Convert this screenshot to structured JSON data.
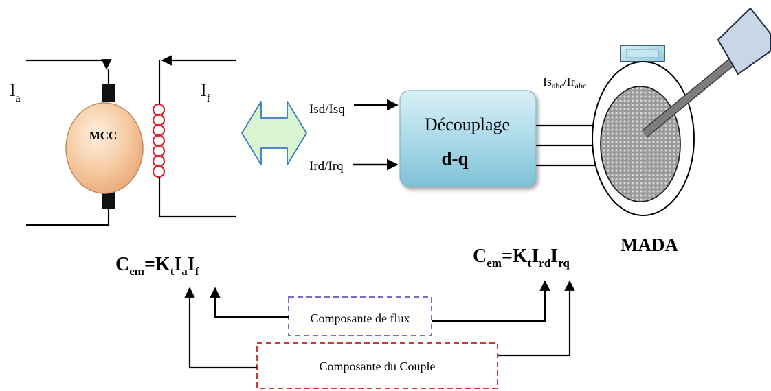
{
  "mcc": {
    "armature_current": {
      "main": "I",
      "sub": "a"
    },
    "field_current": {
      "main": "I",
      "sub": "f"
    },
    "motor_label": "MCC",
    "torque_eq": {
      "c": "C",
      "c_sub": "em",
      "eq": "=",
      "k": "K",
      "k_sub": "t",
      "i1": "I",
      "i1_sub": "a",
      "i2": "I",
      "i2_sub": "f"
    }
  },
  "decoupling": {
    "input_stator": "Isd/Isq",
    "input_rotor": "Ird/Irq",
    "title": "Découplage",
    "subtitle": "d-q",
    "output_label": {
      "a": "Is",
      "a_sub": "abc",
      "sep": "/",
      "b": "Ir",
      "b_sub": "abc"
    }
  },
  "mada": {
    "label": "MADA",
    "torque_eq": {
      "c": "C",
      "c_sub": "em",
      "eq": "=",
      "k": "K",
      "k_sub": "t",
      "i1": "I",
      "i1_sub": "rd",
      "i2": "I",
      "i2_sub": "rq"
    }
  },
  "components": {
    "flux": "Composante de flux",
    "torque": "Composante du Couple"
  },
  "colors": {
    "motor_fill": "#f5c9a0",
    "coil": "#e0202a",
    "block_fill": "#9fd3e2",
    "equivalence_arrow": "#d8f5d0",
    "flux_box_border": "#7b68c8",
    "torque_box_border": "#d03a3a",
    "stator_plate": "#aee0ef",
    "arm_fill": "#7d7d7d"
  }
}
